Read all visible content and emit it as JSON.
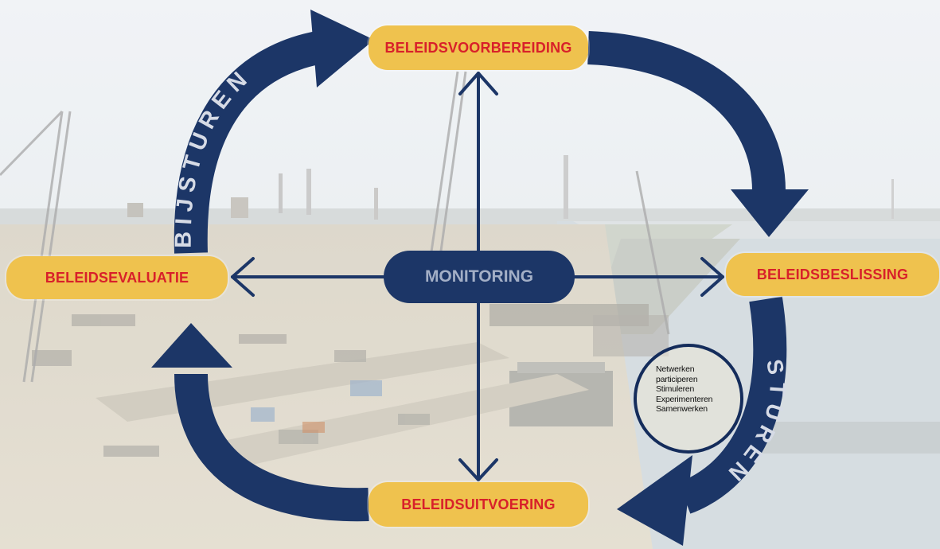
{
  "diagram": {
    "stages": {
      "top": "BELEIDSVOORBEREIDING",
      "right": "BELEIDSBESLISSING",
      "bottom": "BELEIDSUITVOERING",
      "left": "BELEIDSEVALUATIE"
    },
    "center": "MONITORING",
    "arc_labels": {
      "left_arc": "BIJSTUREN",
      "right_arc": "STUREN"
    },
    "circle_items": [
      "Netwerken",
      "participeren",
      "Stimuleren",
      "Experimenteren",
      "Samenwerken"
    ]
  },
  "colors": {
    "cycle_arrow": "#1c3667",
    "stage_pill_fill": "#efc24e",
    "stage_pill_text": "#d8202a",
    "center_text": "#a3afc6",
    "arc_text": "#d6dbe6"
  }
}
